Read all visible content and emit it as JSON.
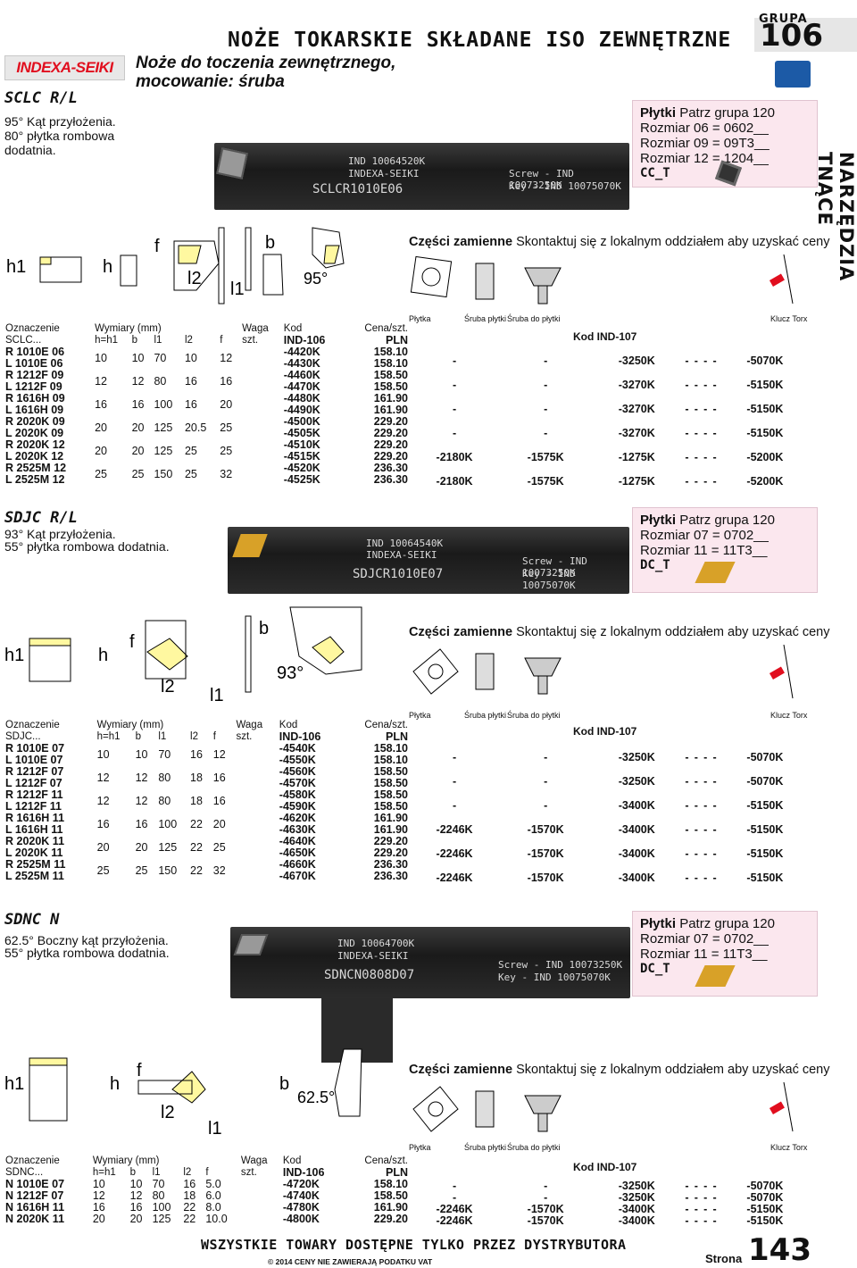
{
  "brand": "INDEXA-SEIKI",
  "title": "NOŻE TOKARSKIE SKŁADANE ISO ZEWNĘTRZNE",
  "subtitle": "Noże do toczenia zewnętrznego, mocowanie: śruba",
  "grupa": {
    "label": "GRUPA",
    "number": "106"
  },
  "side_label": "NARZĘDZIA TNĄCE",
  "sections": [
    {
      "name": "SCLC R/L",
      "desc1": "95° Kąt przyłożenia.",
      "desc2": "80° płytka rombowa",
      "desc3": "dodatnia.",
      "photo_text1": "IND 10064520K",
      "photo_text2": "INDEXA-SEIKI",
      "photo_text3": "SCLCR1010E06",
      "photo_text4": "Screw - IND 10073250K",
      "photo_text5": "Key - IND 10075070K",
      "angle": "95°",
      "plates_label": "Płytki",
      "plates_ref": "Patrz grupa 120",
      "sizes": [
        "Rozmiar 06 = 0602__",
        "Rozmiar 09 = 09T3__",
        "Rozmiar 12 = 1204__"
      ],
      "plate_code": "CC_T",
      "parts_title": "Części zamienne",
      "parts_note": "Skontaktuj się z lokalnym oddziałem aby uzyskać ceny",
      "parts_headers": [
        "Płytka",
        "Śruba płytki",
        "Śruba do płytki",
        "Klucz Torx"
      ],
      "parts_code": "Kod IND-107",
      "headers": [
        "Oznaczenie",
        "Wymiary (mm)",
        "Waga",
        "Kod",
        "Cena/szt."
      ],
      "subheaders": [
        "SCLC...",
        "h=h1",
        "b",
        "l1",
        "l2",
        "f",
        "szt.",
        "IND-106",
        "PLN"
      ],
      "rows": [
        {
          "d1": "R 1010E 06",
          "d2": "L 1010E 06",
          "h": "10",
          "b": "10",
          "l1": "70",
          "l2": "10",
          "f": "12",
          "k1": "-4420K",
          "k2": "-4430K",
          "p1": "158.10",
          "p2": "158.10"
        },
        {
          "d1": "R 1212F 09",
          "d2": "L 1212F 09",
          "h": "12",
          "b": "12",
          "l1": "80",
          "l2": "16",
          "f": "16",
          "k1": "-4460K",
          "k2": "-4470K",
          "p1": "158.50",
          "p2": "158.50"
        },
        {
          "d1": "R 1616H 09",
          "d2": "L 1616H 09",
          "h": "16",
          "b": "16",
          "l1": "100",
          "l2": "16",
          "f": "20",
          "k1": "-4480K",
          "k2": "-4490K",
          "p1": "161.90",
          "p2": "161.90"
        },
        {
          "d1": "R 2020K 09",
          "d2": "L 2020K 09",
          "h": "20",
          "b": "20",
          "l1": "125",
          "l2": "20.5",
          "f": "25",
          "k1": "-4500K",
          "k2": "-4505K",
          "p1": "229.20",
          "p2": "229.20"
        },
        {
          "d1": "R 2020K 12",
          "d2": "L 2020K 12",
          "h": "20",
          "b": "20",
          "l1": "125",
          "l2": "25",
          "f": "25",
          "k1": "-4510K",
          "k2": "-4515K",
          "p1": "229.20",
          "p2": "229.20"
        },
        {
          "d1": "R 2525M 12",
          "d2": "L 2525M 12",
          "h": "25",
          "b": "25",
          "l1": "150",
          "l2": "25",
          "f": "32",
          "k1": "-4520K",
          "k2": "-4525K",
          "p1": "236.30",
          "p2": "236.30"
        }
      ],
      "parts_rows": [
        [
          "-",
          "-",
          "-3250K",
          "-",
          "-",
          "-",
          "-",
          "-5070K"
        ],
        [
          "-",
          "-",
          "-3270K",
          "-",
          "-",
          "-",
          "-",
          "-5150K"
        ],
        [
          "-",
          "-",
          "-3270K",
          "-",
          "-",
          "-",
          "-",
          "-5150K"
        ],
        [
          "-",
          "-",
          "-3270K",
          "-",
          "-",
          "-",
          "-",
          "-5150K"
        ],
        [
          "-2180K",
          "-1575K",
          "-1275K",
          "-",
          "-",
          "-",
          "-",
          "-5200K"
        ],
        [
          "-2180K",
          "-1575K",
          "-1275K",
          "-",
          "-",
          "-",
          "-",
          "-5200K"
        ]
      ]
    },
    {
      "name": "SDJC R/L",
      "desc1": "93° Kąt przyłożenia.",
      "desc2": "55° płytka rombowa dodatnia.",
      "photo_text1": "IND 10064540K",
      "photo_text2": "INDEXA-SEIKI",
      "photo_text3": "SDJCR1010E07",
      "photo_text4": "Screw - IND 10073250K",
      "photo_text5": "Key - IND 10075070K",
      "angle": "93°",
      "plates_label": "Płytki",
      "plates_ref": "Patrz grupa 120",
      "sizes": [
        "Rozmiar 07 = 0702__",
        "Rozmiar 11 = 11T3__"
      ],
      "plate_code": "DC_T",
      "parts_title": "Części zamienne",
      "parts_note": "Skontaktuj się z lokalnym oddziałem aby uzyskać ceny",
      "parts_headers": [
        "Płytka",
        "Śruba płytki",
        "Śruba do płytki",
        "Klucz Torx"
      ],
      "parts_code": "Kod IND-107",
      "headers": [
        "Oznaczenie",
        "Wymiary (mm)",
        "Waga",
        "Kod",
        "Cena/szt."
      ],
      "subheaders": [
        "SDJC...",
        "h=h1",
        "b",
        "l1",
        "l2",
        "f",
        "szt.",
        "IND-106",
        "PLN"
      ],
      "rows": [
        {
          "d1": "R 1010E 07",
          "d2": "L 1010E 07",
          "h": "10",
          "b": "10",
          "l1": "70",
          "l2": "16",
          "f": "12",
          "k1": "-4540K",
          "k2": "-4550K",
          "p1": "158.10",
          "p2": "158.10"
        },
        {
          "d1": "R 1212F 07",
          "d2": "L 1212F 07",
          "h": "12",
          "b": "12",
          "l1": "80",
          "l2": "18",
          "f": "16",
          "k1": "-4560K",
          "k2": "-4570K",
          "p1": "158.50",
          "p2": "158.50"
        },
        {
          "d1": "R 1212F 11",
          "d2": "L 1212F 11",
          "h": "12",
          "b": "12",
          "l1": "80",
          "l2": "18",
          "f": "16",
          "k1": "-4580K",
          "k2": "-4590K",
          "p1": "158.50",
          "p2": "158.50"
        },
        {
          "d1": "R 1616H 11",
          "d2": "L 1616H 11",
          "h": "16",
          "b": "16",
          "l1": "100",
          "l2": "22",
          "f": "20",
          "k1": "-4620K",
          "k2": "-4630K",
          "p1": "161.90",
          "p2": "161.90"
        },
        {
          "d1": "R 2020K 11",
          "d2": "L 2020K 11",
          "h": "20",
          "b": "20",
          "l1": "125",
          "l2": "22",
          "f": "25",
          "k1": "-4640K",
          "k2": "-4650K",
          "p1": "229.20",
          "p2": "229.20"
        },
        {
          "d1": "R 2525M 11",
          "d2": "L 2525M 11",
          "h": "25",
          "b": "25",
          "l1": "150",
          "l2": "22",
          "f": "32",
          "k1": "-4660K",
          "k2": "-4670K",
          "p1": "236.30",
          "p2": "236.30"
        }
      ],
      "parts_rows": [
        [
          "-",
          "-",
          "-3250K",
          "-",
          "-",
          "-",
          "-",
          "-5070K"
        ],
        [
          "-",
          "-",
          "-3250K",
          "-",
          "-",
          "-",
          "-",
          "-5070K"
        ],
        [
          "-",
          "-",
          "-3400K",
          "-",
          "-",
          "-",
          "-",
          "-5150K"
        ],
        [
          "-2246K",
          "-1570K",
          "-3400K",
          "-",
          "-",
          "-",
          "-",
          "-5150K"
        ],
        [
          "-2246K",
          "-1570K",
          "-3400K",
          "-",
          "-",
          "-",
          "-",
          "-5150K"
        ],
        [
          "-2246K",
          "-1570K",
          "-3400K",
          "-",
          "-",
          "-",
          "-",
          "-5150K"
        ]
      ]
    },
    {
      "name": "SDNC N",
      "desc1": "62.5° Boczny kąt przyłożenia.",
      "desc2": "55° płytka rombowa dodatnia.",
      "photo_text1": "IND 10064700K",
      "photo_text2": "INDEXA-SEIKI",
      "photo_text3": "SDNCN0808D07",
      "photo_text4": "Screw - IND 10073250K",
      "photo_text5": "Key - IND 10075070K",
      "angle": "62.5°",
      "plates_label": "Płytki",
      "plates_ref": "Patrz grupa 120",
      "sizes": [
        "Rozmiar 07 = 0702__",
        "Rozmiar 11 = 11T3__"
      ],
      "plate_code": "DC_T",
      "parts_title": "Części zamienne",
      "parts_note": "Skontaktuj się z lokalnym oddziałem aby uzyskać ceny",
      "parts_headers": [
        "Płytka",
        "Śruba płytki",
        "Śruba do płytki",
        "Klucz Torx"
      ],
      "parts_code": "Kod IND-107",
      "headers": [
        "Oznaczenie",
        "Wymiary (mm)",
        "Waga",
        "Kod",
        "Cena/szt."
      ],
      "subheaders": [
        "SDNC...",
        "h=h1",
        "b",
        "l1",
        "l2",
        "f",
        "szt.",
        "IND-106",
        "PLN"
      ],
      "rows": [
        {
          "d1": "N 1010E 07",
          "h": "10",
          "b": "10",
          "l1": "70",
          "l2": "16",
          "f": "5.0",
          "k1": "-4720K",
          "p1": "158.10"
        },
        {
          "d1": "N 1212F 07",
          "h": "12",
          "b": "12",
          "l1": "80",
          "l2": "18",
          "f": "6.0",
          "k1": "-4740K",
          "p1": "158.50"
        },
        {
          "d1": "N 1616H 11",
          "h": "16",
          "b": "16",
          "l1": "100",
          "l2": "22",
          "f": "8.0",
          "k1": "-4780K",
          "p1": "161.90"
        },
        {
          "d1": "N 2020K 11",
          "h": "20",
          "b": "20",
          "l1": "125",
          "l2": "22",
          "f": "10.0",
          "k1": "-4800K",
          "p1": "229.20"
        }
      ],
      "parts_rows": [
        [
          "-",
          "-",
          "-3250K",
          "-",
          "-",
          "-",
          "-",
          "-5070K"
        ],
        [
          "-",
          "-",
          "-3250K",
          "-",
          "-",
          "-",
          "-",
          "-5070K"
        ],
        [
          "-2246K",
          "-1570K",
          "-3400K",
          "-",
          "-",
          "-",
          "-",
          "-5150K"
        ],
        [
          "-2246K",
          "-1570K",
          "-3400K",
          "-",
          "-",
          "-",
          "-",
          "-5150K"
        ]
      ]
    }
  ],
  "footer": {
    "main": "WSZYSTKIE TOWARY DOSTĘPNE TYLKO PRZEZ DYSTRYBUTORA",
    "sub": "© 2014 CENY NIE ZAWIERAJĄ PODATKU VAT",
    "page_label": "Strona",
    "page_number": "143"
  }
}
